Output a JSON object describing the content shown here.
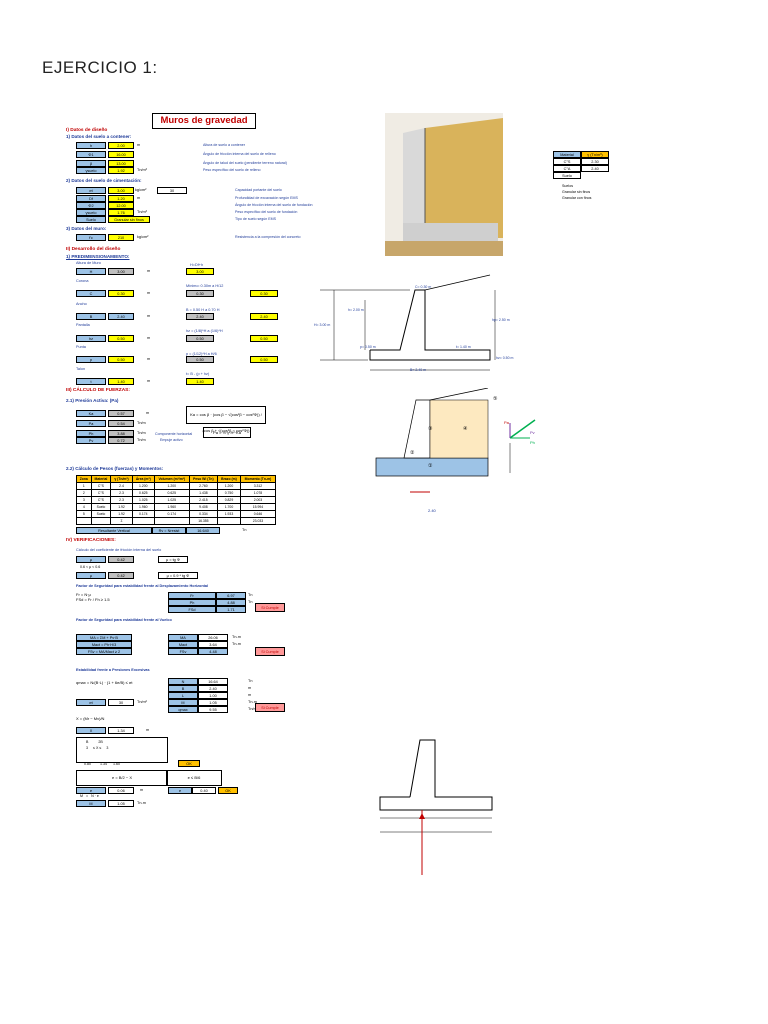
{
  "page_title": "EJERCICIO 1:",
  "banner": "Muros de gravedad",
  "sections": {
    "s1": "I) Datos de diseño",
    "s1_1": "1) Datos del suelo a contener:",
    "s2": "2) Datos del suelo de cimentación:",
    "s3": "3) Datos del muro:",
    "s4": "II) Desarrollo del diseño",
    "s4_1": "1) PREDIMENSIONAMIENTO:",
    "s5": "III) CÁLCULO DE FUERZAS:",
    "s5_1": "2.1) Presión Activa: (Pa)",
    "s5_2": "2.2) Cálculo de Pesos (fuerzas) y Momentos:",
    "s6": "IV) VERIFICACIONES:",
    "fric": "Cálculo del coeficiente de fricción interna del suelo",
    "fs_desl": "Factor de Seguridad para estabilidad frente al Desplazamiento Horizontal",
    "fs_volc": "Factor de Seguridad para estabilidad frente al Vuelco",
    "fs_pres": "Estabilidad frente a Presiones Excesivas"
  },
  "suelo_contener": [
    {
      "sym": "h",
      "val": "2.00",
      "unit": "m",
      "desc": "Altura de suelo a contener"
    },
    {
      "sym": "Φ1",
      "val": "16.00",
      "unit": "",
      "desc": "Ángulo de fricción interna del suelo de relleno"
    },
    {
      "sym": "β",
      "val": "13.00",
      "unit": "",
      "desc": "Ángulo de talud del suelo (pendiente terreno natural)"
    },
    {
      "sym": "γsuelo",
      "val": "1.92",
      "unit": "Tn/m³",
      "desc": "Peso específico del suelo de relleno"
    }
  ],
  "suelo_cim": [
    {
      "sym": "σt",
      "val": "3.00",
      "unit": "kg/cm²",
      "desc": "Capacidad portante del suelo"
    },
    {
      "sym": "Df",
      "val": "1.20",
      "unit": "m",
      "desc": "Profundidad de excavación según EMS"
    },
    {
      "sym": "Φ2",
      "val": "12.00",
      "unit": "",
      "desc": "Ángulo de fricción interna del suelo de fundación"
    },
    {
      "sym": "γsuelo",
      "val": "1.76",
      "unit": "Tn/m³",
      "desc": "Peso específico del suelo de fundación"
    },
    {
      "sym": "Suelo",
      "val": "Granular sin finos",
      "unit": "",
      "desc": "Tipo de suelo según EMS"
    }
  ],
  "muro": {
    "sym": "f'c",
    "val": "210",
    "unit": "kg/cm²",
    "desc": "Resistencia a la compresión del concreto"
  },
  "predim": [
    {
      "label": "Altura de Muro",
      "sym": "H",
      "val": "3.00",
      "unit": "m",
      "formula": "H=Df+h",
      "res": "3.00"
    },
    {
      "label": "Corona",
      "sym": "C",
      "val": "0.30",
      "unit": "m",
      "formula": "Mínimo: 0.30m a H/12",
      "res": "0.30"
    },
    {
      "label": "Ancho",
      "sym": "B",
      "val": "2.40",
      "unit": "m",
      "formula": "B = 0.50 H a 0.70 H",
      "res": "2.40"
    },
    {
      "label": "Pantalla",
      "sym": "hz",
      "val": "0.50",
      "unit": "m",
      "formula": "hz = (1/8)*H a (1/6)*H",
      "res": "0.50"
    },
    {
      "label": "Punta",
      "sym": "p",
      "val": "0.50",
      "unit": "m",
      "formula": "p = (1/12)*H a H/6",
      "res": "0.50"
    },
    {
      "label": "Talon",
      "sym": "t",
      "val": "1.40",
      "unit": "m",
      "formula": "t= B - (p + hz)",
      "res": "1.40"
    }
  ],
  "presion": [
    {
      "sym": "Ka",
      "val": "0.57",
      "unit": "m"
    },
    {
      "sym": "Pa",
      "val": "0.54",
      "unit": "Tn/m"
    },
    {
      "sym": "Ph",
      "val": "3.88",
      "unit": "Tn/m",
      "note": "Componente horizontal"
    },
    {
      "sym": "Pv",
      "val": "0.72",
      "unit": "Tn/m",
      "note": "Empuje activo"
    }
  ],
  "table": {
    "headers": [
      "Zona",
      "Material",
      "γ (Tn/m³)",
      "Área (m²)",
      "Volumen (m³/m²)",
      "Peso Wi (Tn)",
      "Brazo (m)",
      "Momento (Tn-m)"
    ],
    "rows": [
      [
        "1",
        "C°S",
        "2.4",
        "1.200",
        "1.200",
        "2.760",
        "1.200",
        "3.312"
      ],
      [
        "2",
        "C°S",
        "2.3",
        "0.625",
        "0.625",
        "1.438",
        "0.750",
        "1.078"
      ],
      [
        "3",
        "C°S",
        "2.3",
        "1.025",
        "1.025",
        "2.415",
        "0.829",
        "2.003"
      ],
      [
        "4",
        "Suelo",
        "1.92",
        "1.960",
        "1.960",
        "9.408",
        "1.700",
        "15.994"
      ],
      [
        "5",
        "Suelo",
        "1.92",
        "0.174",
        "0.174",
        "0.334",
        "1.933",
        "0.646"
      ],
      [
        "",
        "",
        "Σ",
        "",
        "",
        "16.355",
        "",
        "23.033"
      ]
    ]
  },
  "resultante": {
    "label": "Resultante Vertical",
    "sym": "Rv = Nresist",
    "val": "16.640",
    "unit": "Tn"
  },
  "verif": {
    "mu": {
      "sym": "μ",
      "val": "0.42"
    },
    "fd": {
      "val": "6.97",
      "unit": "Tn"
    },
    "fh": {
      "val": "4.88",
      "unit": "Tn"
    },
    "fsd": {
      "val": "1.71"
    },
    "ok": "Si Cumple",
    "ma": {
      "val": "26.06",
      "unit": "Tn-m"
    },
    "mv": {
      "val": "3.64",
      "unit": "Tn-m"
    },
    "fsv": {
      "val": "4.48"
    },
    "n": "16.64",
    "b": "2.40",
    "l": "1.00",
    "m": "1.05",
    "qmax": "9.55",
    "qadm": "30",
    "x": "1.34",
    "e": "0.06",
    "em": "0.40",
    "okc": "OK",
    "mcap": "1.05"
  },
  "diagram_labels": {
    "c": "C=  0.30  m",
    "h": "h= 2.00  m",
    "hp": "hp= 2.50  m",
    "H": "H= 3.00  m",
    "hz": "hz= 0.50  m",
    "B": "B=  2.40  m",
    "pt": "p= 0.50  m",
    "t": "t= 1.40  m",
    "z1": "①",
    "z2": "②",
    "z3": "③",
    "z4": "④",
    "z5": "⑤",
    "pa": "Pa",
    "ph": "Ph",
    "pv": "Pv",
    "dim240": "2.40"
  },
  "legend_right": {
    "hdr1": "Material",
    "hdr2": "γ (Tn/m³)",
    "r1": "C°S",
    "r1v": "2.30",
    "r2": "C°A",
    "r2v": "2.40",
    "r3": "Suelo",
    "list": [
      "Suelos",
      "Granular sin finos",
      "Granular con finos"
    ]
  },
  "colors": {
    "accent": "#c00000",
    "blue": "#9dc3e6",
    "yellow": "#ffff00",
    "orange": "#ffc000",
    "pink": "#ff9999"
  }
}
